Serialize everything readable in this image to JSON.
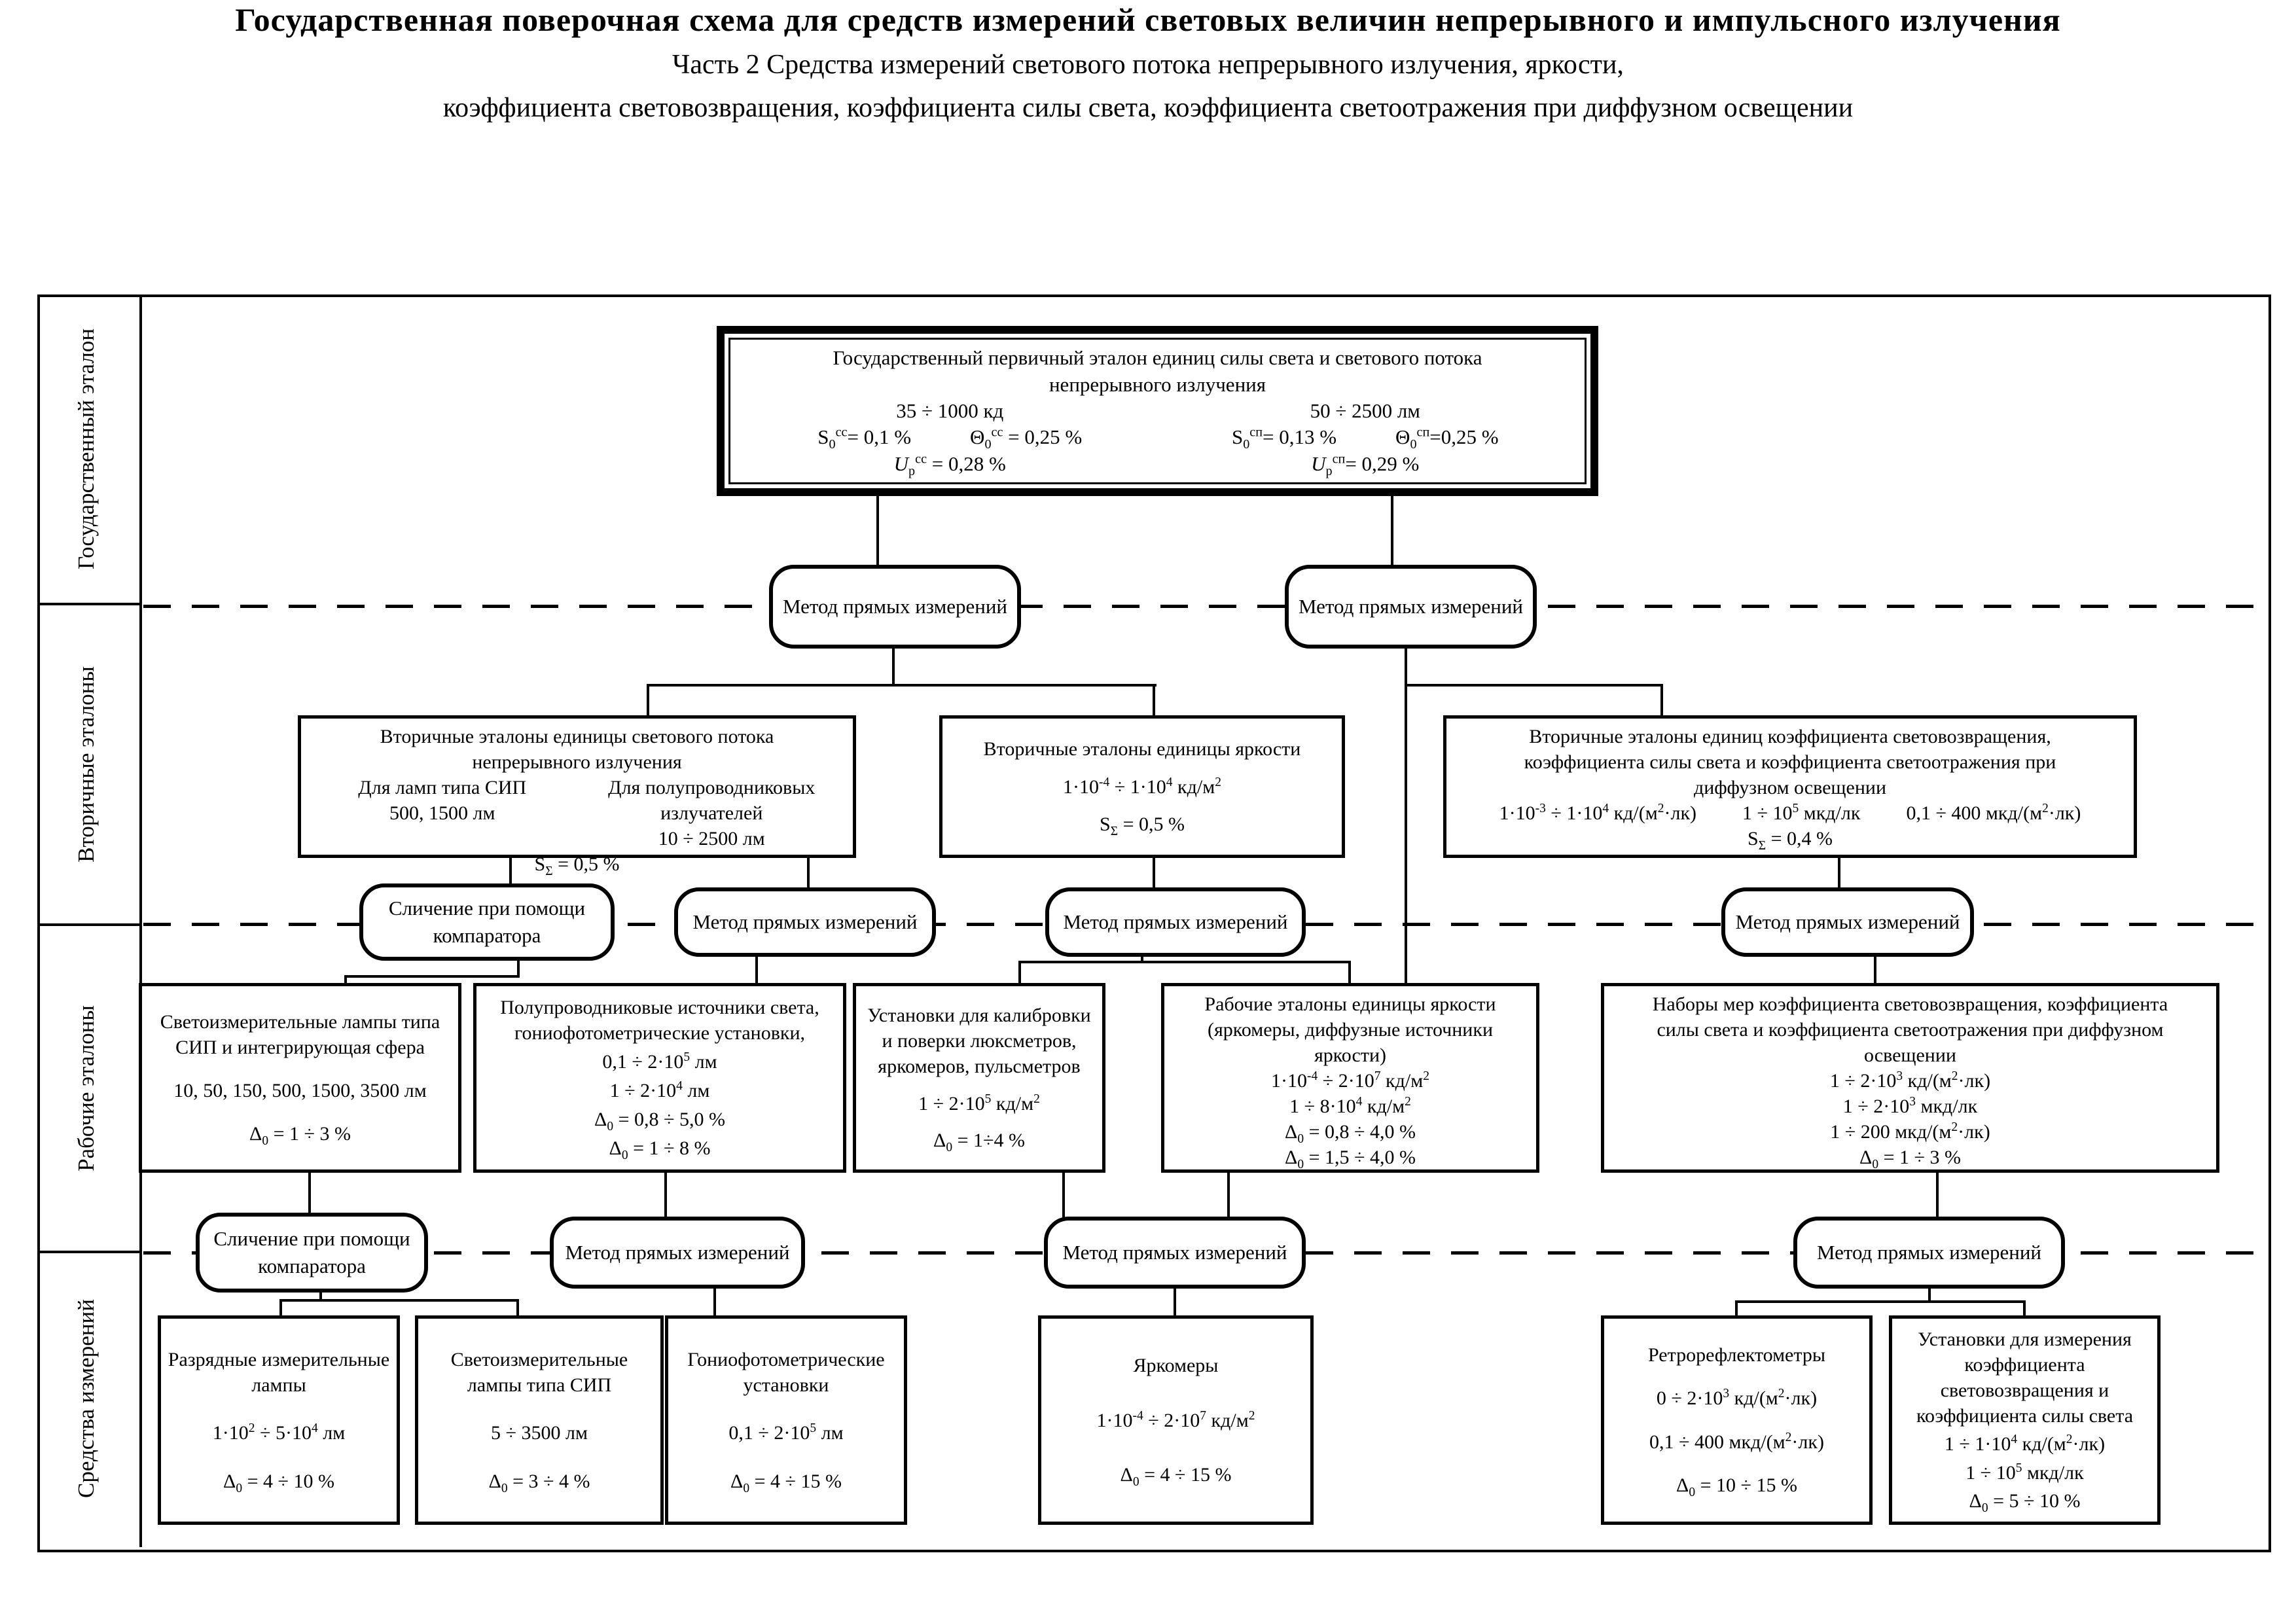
{
  "colors": {
    "ink": "#000000",
    "paper": "#ffffff"
  },
  "title": {
    "line1": "Государственная поверочная схема для средств измерений световых величин непрерывного и импульсного излучения",
    "line2": "Часть 2 Средства измерений светового потока непрерывного излучения, яркости,",
    "line3": "коэффициента световозвращения, коэффициента силы света, коэффициента светоотражения при диффузном освещении"
  },
  "sidebar": {
    "tiers": [
      {
        "label": "Государственный эталон"
      },
      {
        "label": "Вторичные эталоны"
      },
      {
        "label": "Рабочие эталоны"
      },
      {
        "label": "Средства измерений"
      }
    ]
  },
  "labels": {
    "method_direct": "Метод прямых измерений",
    "method_compare": "Сличение при помощи компаратора"
  },
  "primary": {
    "heading1": "Государственный первичный эталон единиц силы света и светового потока",
    "heading2": "непрерывного излучения",
    "left": {
      "range": "35 ÷ 1000 кд",
      "s": "S<sub>0</sub><sup>сс</sup>= 0,1 %",
      "theta": "Θ<sub>0</sub><sup>сс</sup> = 0,25 %",
      "u": "<i>U</i><sub>p</sub><sup>сс</sup> = 0,28 %"
    },
    "right": {
      "range": "50 ÷ 2500 лм",
      "s": "S<sub>0</sub><sup>сп</sup>= 0,13 %",
      "theta": "Θ<sub>0</sub><sup>сп</sup>=0,25 %",
      "u": "<i>U</i><sub>p</sub><sup>сп</sup>= 0,29 %"
    }
  },
  "secondary": {
    "flux": {
      "heading1": "Вторичные эталоны единицы светового потока",
      "heading2": "непрерывного излучения",
      "col1_label": "Для ламп типа СИП",
      "col1_value": "500, 1500 лм",
      "col2_label": "Для полупроводниковых излучателей",
      "col2_value": "10 ÷ 2500 лм",
      "s": "S<sub>Σ</sub> = 0,5 %"
    },
    "luminance": {
      "heading": "Вторичные эталоны единицы яркости",
      "range": "1·10<sup>-4</sup> ÷ 1·10<sup>4</sup> кд/м<sup>2</sup>",
      "s": "S<sub>Σ</sub> = 0,5 %"
    },
    "coeff": {
      "heading1": "Вторичные эталоны единиц коэффициента световозвращения,",
      "heading2": "коэффициента силы света и коэффициента светоотражения при",
      "heading3": "диффузном освещении",
      "range1": "1·10<sup>-3</sup> ÷ 1·10<sup>4</sup> кд/(м<sup>2</sup>·лк)",
      "range2": "1 ÷ 10<sup>5</sup> мкд/лк",
      "range3": "0,1 ÷ 400 мкд/(м<sup>2</sup>·лк)",
      "s": "S<sub>Σ</sub> = 0,4 %"
    }
  },
  "working": {
    "sip_sphere": {
      "heading": "Светоизмерительные лампы типа СИП и интегрирующая сфера",
      "range": "10, 50, 150, 500, 1500, 3500 лм",
      "delta": "Δ<sub>0</sub> = 1 ÷ 3 %"
    },
    "semiconductor": {
      "heading": "Полупроводниковые источники света, гониофотометрические установки,",
      "range1": "0,1 ÷ 2·10<sup>5</sup> лм",
      "range2": "1 ÷ 2·10<sup>4</sup> лм",
      "delta1": "Δ<sub>0</sub> = 0,8 ÷ 5,0 %",
      "delta2": "Δ<sub>0</sub> = 1 ÷ 8 %"
    },
    "calibration": {
      "heading": "Установки для калибровки и поверки люксметров, яркомеров, пульсметров",
      "range": "1 ÷ 2·10<sup>5</sup> кд/м<sup>2</sup>",
      "delta": "Δ<sub>0</sub> = 1÷4 %"
    },
    "luminance": {
      "heading1": "Рабочие эталоны единицы яркости",
      "heading2": "(яркомеры, диффузные источники яркости)",
      "range1": "1·10<sup>-4</sup> ÷ 2·10<sup>7</sup> кд/м<sup>2</sup>",
      "range2": "1 ÷ 8·10<sup>4</sup> кд/м<sup>2</sup>",
      "delta1": "Δ<sub>0</sub> = 0,8 ÷ 4,0 %",
      "delta2": "Δ<sub>0</sub> = 1,5 ÷ 4,0 %"
    },
    "sets": {
      "heading1": "Наборы мер коэффициента световозвращения, коэффициента",
      "heading2": "силы света и коэффициента светоотражения при диффузном освещении",
      "range1": "1 ÷ 2·10<sup>3</sup> кд/(м<sup>2</sup>·лк)",
      "range2": "1 ÷ 2·10<sup>3</sup> мкд/лк",
      "range3": "1 ÷ 200 мкд/(м<sup>2</sup>·лк)",
      "delta": "Δ<sub>0</sub> = 1 ÷ 3 %"
    }
  },
  "instruments": {
    "discharge": {
      "heading": "Разрядные измерительные лампы",
      "range": "1·10<sup>2</sup> ÷ 5·10<sup>4</sup> лм",
      "delta": "Δ<sub>0</sub> = 4 ÷ 10 %"
    },
    "sip": {
      "heading": "Светоизмерительные лампы типа СИП",
      "range": "5 ÷ 3500 лм",
      "delta": "Δ<sub>0</sub> = 3 ÷ 4 %"
    },
    "gonio": {
      "heading": "Гониофотометрические установки",
      "range": "0,1 ÷ 2·10<sup>5</sup> лм",
      "delta": "Δ<sub>0</sub> = 4 ÷ 15 %"
    },
    "lum_meters": {
      "heading": "Яркомеры",
      "range": "1·10<sup>-4</sup> ÷ 2·10<sup>7</sup> кд/м<sup>2</sup>",
      "delta": "Δ<sub>0</sub> = 4 ÷ 15 %"
    },
    "retro": {
      "heading": "Ретрорефлектометры",
      "range1": "0 ÷ 2·10<sup>3</sup> кд/(м<sup>2</sup>·лк)",
      "range2": "0,1 ÷ 400 мкд/(м<sup>2</sup>·лк)",
      "delta": "Δ<sub>0</sub> = 10 ÷ 15 %"
    },
    "coeff_install": {
      "heading": "Установки для измерения коэффициента световозвращения и коэффициента силы света",
      "range1": "1 ÷ 1·10<sup>4</sup> кд/(м<sup>2</sup>·лк)",
      "range2": "1 ÷ 10<sup>5</sup> мкд/лк",
      "delta": "Δ<sub>0</sub> = 5 ÷ 10 %"
    }
  }
}
